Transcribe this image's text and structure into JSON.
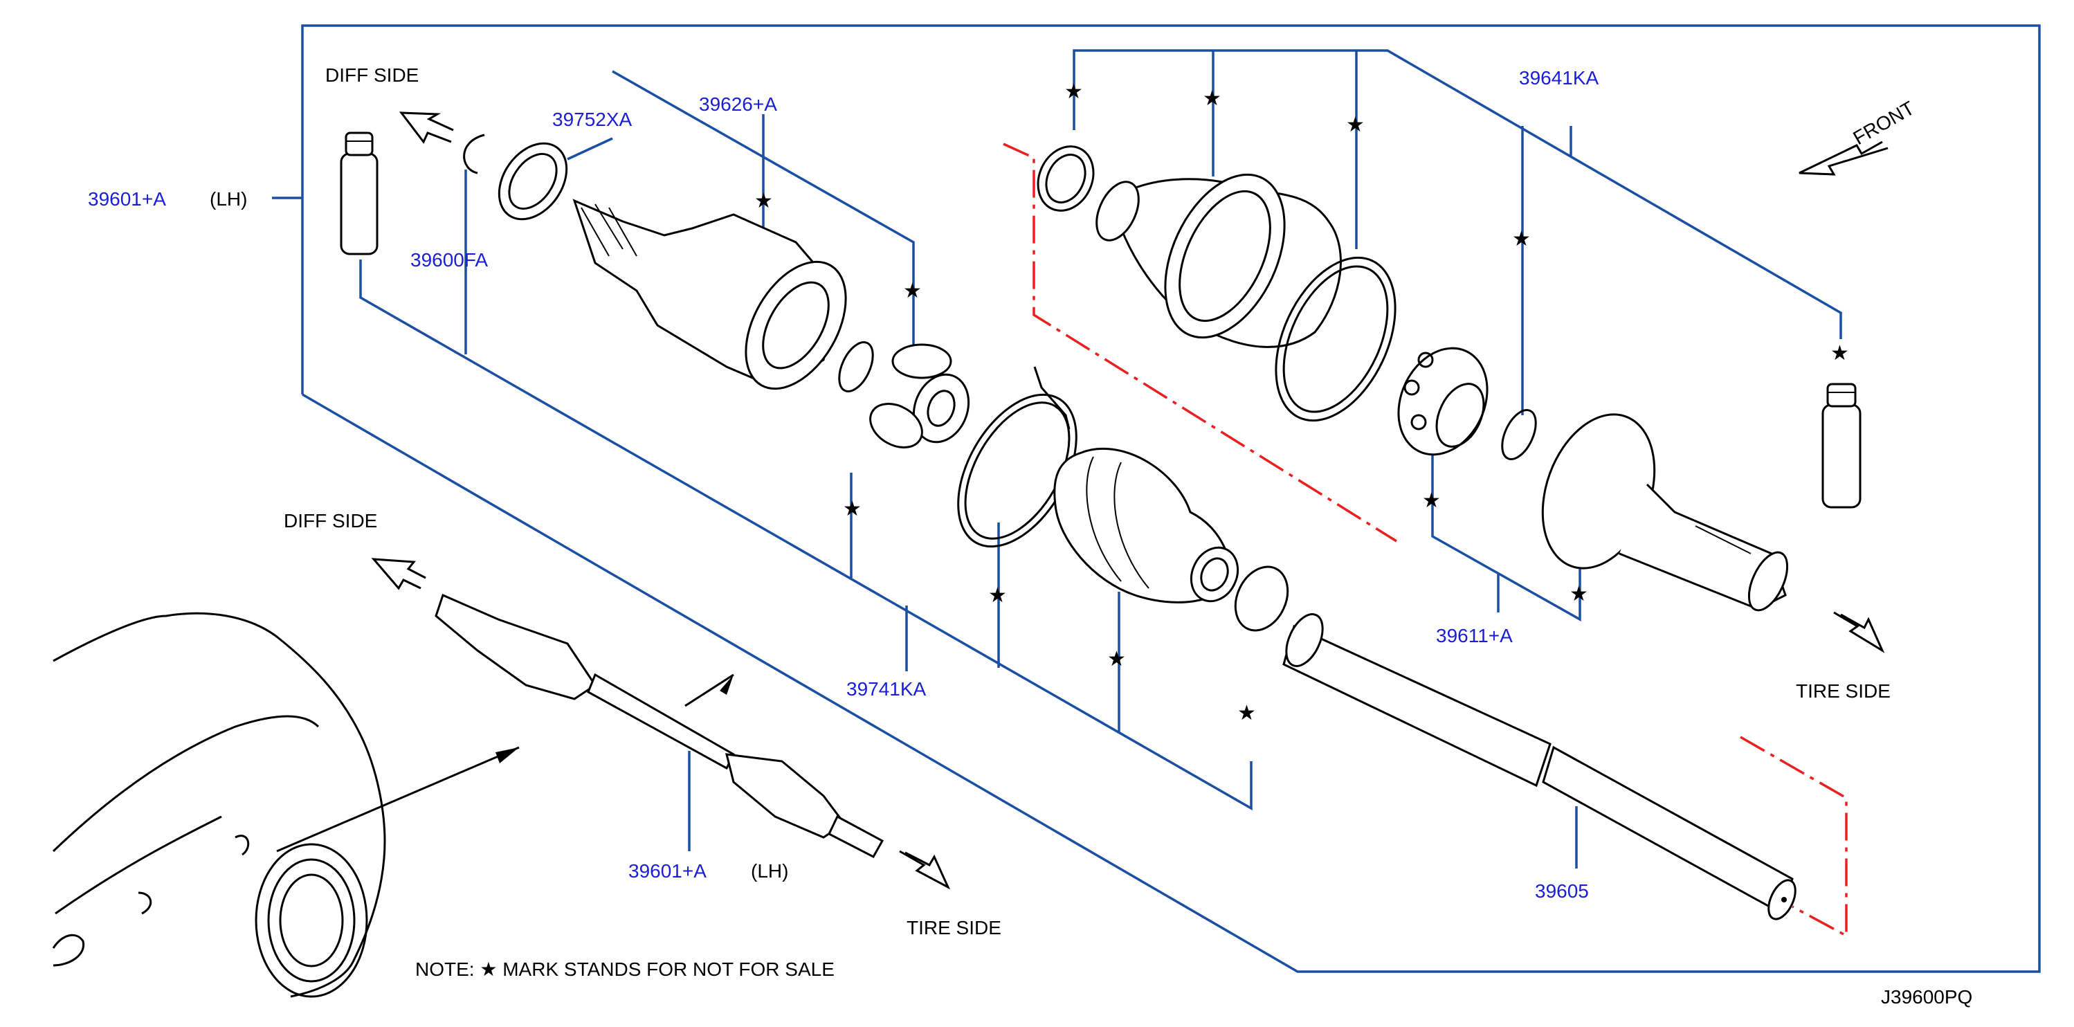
{
  "labels": {
    "diff_side_top": "DIFF   SIDE",
    "diff_side_bottom": "DIFF   SIDE",
    "tire_side_right": "TIRE   SIDE",
    "tire_side_bottom": "TIRE   SIDE",
    "front": "FRONT",
    "lh_top": "(LH)",
    "lh_bottom": "(LH)",
    "star": "★",
    "note": "NOTE:   ★  MARK   STANDS   FOR   NOT   FOR   SALE",
    "figure_code": "J39600PQ"
  },
  "parts": {
    "p39601a_top": "39601+A",
    "p39601a_bottom": "39601+A",
    "p39752xa": "39752XA",
    "p39626a": "39626+A",
    "p39600fa": "39600FA",
    "p39641ka": "39641KA",
    "p39741ka": "39741KA",
    "p39611a": "39611+A",
    "p39605": "39605"
  },
  "colors": {
    "part_number": "#1a1fd6",
    "leader_line": "#1a4fa3",
    "center_line": "#e8201f",
    "drawing": "#000000"
  }
}
